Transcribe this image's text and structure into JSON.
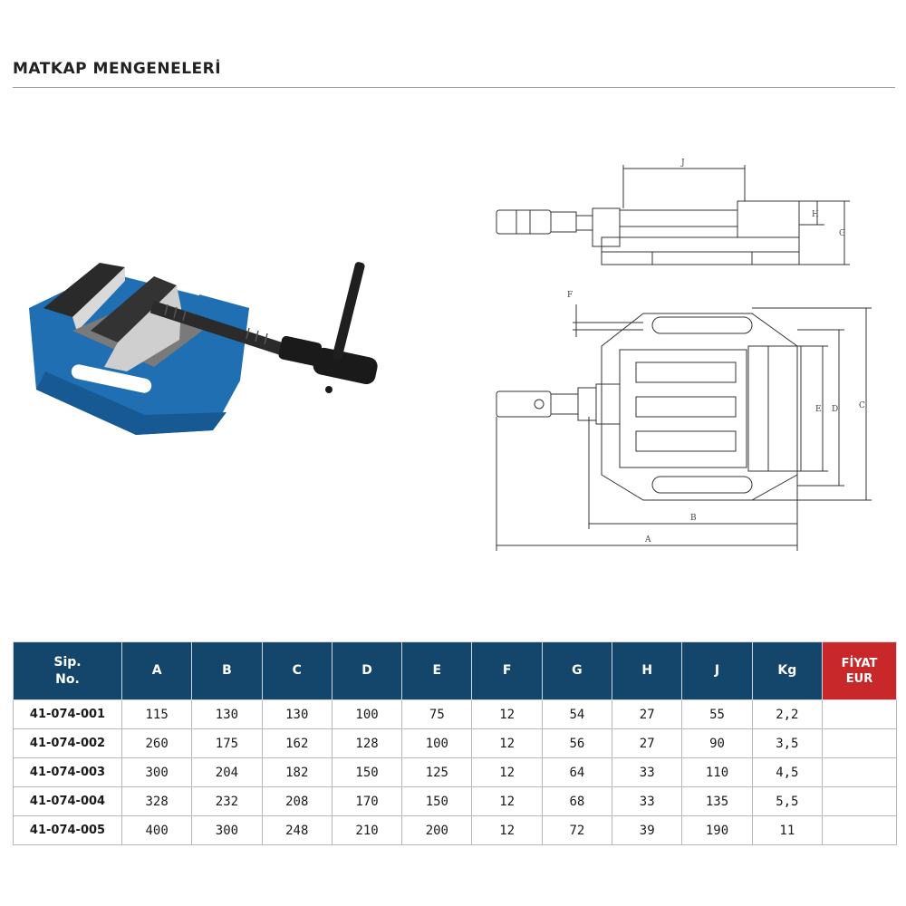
{
  "page_title": "MATKAP MENGENELERİ",
  "table": {
    "headers": [
      {
        "l1": "Sip.",
        "l2": "No."
      },
      {
        "l1": "A",
        "l2": ""
      },
      {
        "l1": "B",
        "l2": ""
      },
      {
        "l1": "C",
        "l2": ""
      },
      {
        "l1": "D",
        "l2": ""
      },
      {
        "l1": "E",
        "l2": ""
      },
      {
        "l1": "F",
        "l2": ""
      },
      {
        "l1": "G",
        "l2": ""
      },
      {
        "l1": "H",
        "l2": ""
      },
      {
        "l1": "J",
        "l2": ""
      },
      {
        "l1": "Kg",
        "l2": ""
      },
      {
        "l1": "FİYAT",
        "l2": "EUR"
      }
    ],
    "rows": [
      [
        "41-074-001",
        "115",
        "130",
        "130",
        "100",
        "75",
        "12",
        "54",
        "27",
        "55",
        "2,2",
        ""
      ],
      [
        "41-074-002",
        "260",
        "175",
        "162",
        "128",
        "100",
        "12",
        "56",
        "27",
        "90",
        "3,5",
        ""
      ],
      [
        "41-074-003",
        "300",
        "204",
        "182",
        "150",
        "125",
        "12",
        "64",
        "33",
        "110",
        "4,5",
        ""
      ],
      [
        "41-074-004",
        "328",
        "232",
        "208",
        "170",
        "150",
        "12",
        "68",
        "33",
        "135",
        "5,5",
        ""
      ],
      [
        "41-074-005",
        "400",
        "300",
        "248",
        "210",
        "200",
        "12",
        "72",
        "39",
        "190",
        "11",
        ""
      ]
    ]
  },
  "drawing": {
    "dim_J": "J",
    "dim_H": "H",
    "dim_G": "G",
    "dim_F": "F",
    "dim_E": "E",
    "dim_D": "D",
    "dim_C": "C",
    "dim_B": "B",
    "dim_A": "A"
  },
  "colors": {
    "header_bg": "#14456b",
    "price_header_bg": "#c8282a",
    "vise_body": "#1f6fb2"
  }
}
